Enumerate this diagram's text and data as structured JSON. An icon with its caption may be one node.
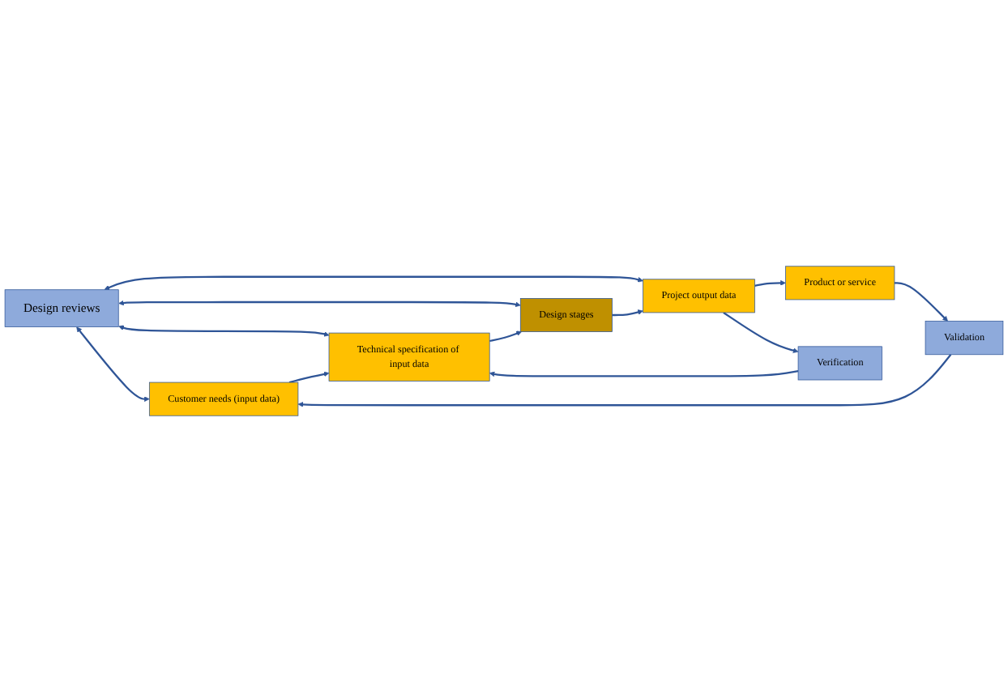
{
  "diagram": {
    "nodes": [
      {
        "text": [
          "Design reviews"
        ]
      },
      {
        "text": [
          "Customer needs (input data)"
        ]
      },
      {
        "text": [
          "Technical specification of input data"
        ]
      },
      {
        "text": [
          "Design stages"
        ]
      },
      {
        "text": [
          "Project output data"
        ]
      },
      {
        "text": [
          "Product or service"
        ]
      },
      {
        "text": [
          "Verification"
        ]
      },
      {
        "text": [
          "Validation"
        ]
      }
    ],
    "edges": [
      {
        "from": 0,
        "to": 1,
        "arrow": "both"
      },
      {
        "from": 0,
        "to": 2,
        "arrow": "both"
      },
      {
        "from": 0,
        "to": 3,
        "arrow": "both"
      },
      {
        "from": 0,
        "to": 4,
        "arrow": "both"
      },
      {
        "from": 1,
        "to": 2,
        "arrow": "to"
      },
      {
        "from": 2,
        "to": 3,
        "arrow": "to"
      },
      {
        "from": 3,
        "to": 4,
        "arrow": "to"
      },
      {
        "from": 4,
        "to": 5,
        "arrow": "to"
      },
      {
        "from": 4,
        "to": 6,
        "arrow": "to"
      },
      {
        "from": 6,
        "to": 2,
        "arrow": "to"
      },
      {
        "from": 5,
        "to": 7,
        "arrow": "to"
      },
      {
        "from": 7,
        "to": 1,
        "arrow": "to"
      }
    ]
  }
}
